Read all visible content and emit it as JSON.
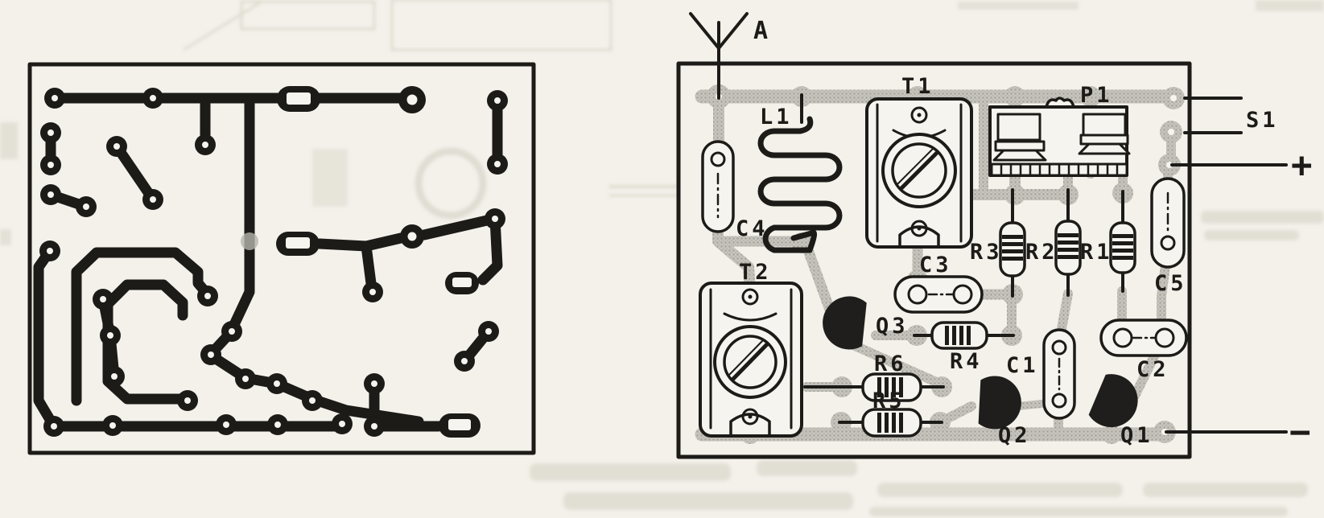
{
  "figure": {
    "type": "electronics-assembly-diagram",
    "panels": [
      {
        "id": "pcb-copper-layout",
        "description": "printed circuit board copper track pattern (solder side)"
      },
      {
        "id": "component-placement",
        "description": "component side placement diagram with copper tracks in halftone gray"
      }
    ]
  },
  "labels": {
    "antenna": "A",
    "L1": "L1",
    "T1": "T1",
    "P1": "P1",
    "S1": "S1",
    "C4": "C4",
    "T2": "T2",
    "C3": "C3",
    "R3": "R3",
    "R2": "R2",
    "R1": "R1",
    "C5": "C5",
    "Q3": "Q3",
    "R4": "R4",
    "C1": "C1",
    "C2": "C2",
    "R6": "R6",
    "R5": "R5",
    "Q2": "Q2",
    "Q1": "Q1",
    "plus": "+",
    "minus": "−"
  },
  "colors": {
    "paper": "#f3f1ea",
    "ink": "#1c1b18",
    "copper_trace": "#c6c4bd",
    "halftone_dot": "#a5a29a"
  }
}
